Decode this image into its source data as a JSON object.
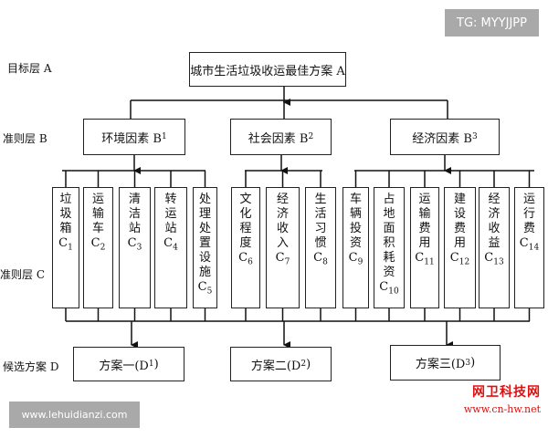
{
  "watermarks": {
    "top_badge": "TG: MYYJJPP",
    "bottom_badge": "www.lehuidianzi.com",
    "red_title": "网卫科技网",
    "red_url": "www.cn-hw.net"
  },
  "levels": {
    "a": "目标层 A",
    "b": "准则层 B",
    "c": "准则层 C",
    "d": "候选方案 D"
  },
  "goal": "城市生活垃圾收运最佳方案 A",
  "criteria_b": [
    {
      "label": "环境因素 B",
      "sub": "1"
    },
    {
      "label": "社会因素 B",
      "sub": "2"
    },
    {
      "label": "经济因素 B",
      "sub": "3"
    }
  ],
  "criteria_c": [
    {
      "label": "垃圾箱",
      "sub": "1"
    },
    {
      "label": "运输车",
      "sub": "2"
    },
    {
      "label": "清洁站",
      "sub": "3"
    },
    {
      "label": "转运站",
      "sub": "4"
    },
    {
      "label": "处理处置设施",
      "sub": "5"
    },
    {
      "label": "文化程度",
      "sub": "6"
    },
    {
      "label": "经济收入",
      "sub": "7"
    },
    {
      "label": "生活习惯",
      "sub": "8"
    },
    {
      "label": "车辆投资",
      "sub": "9"
    },
    {
      "label": "占地面积耗资",
      "sub": "10"
    },
    {
      "label": "运输费用",
      "sub": "11"
    },
    {
      "label": "建设费用",
      "sub": "12"
    },
    {
      "label": "经济收益",
      "sub": "13"
    },
    {
      "label": "运行费",
      "sub": "14"
    }
  ],
  "alternatives_d": [
    {
      "label": "方案一(D",
      "sub": "1",
      "close": ")"
    },
    {
      "label": "方案二(D",
      "sub": "2",
      "close": ")"
    },
    {
      "label": "方案三(D",
      "sub": "3",
      "close": ")"
    }
  ]
}
